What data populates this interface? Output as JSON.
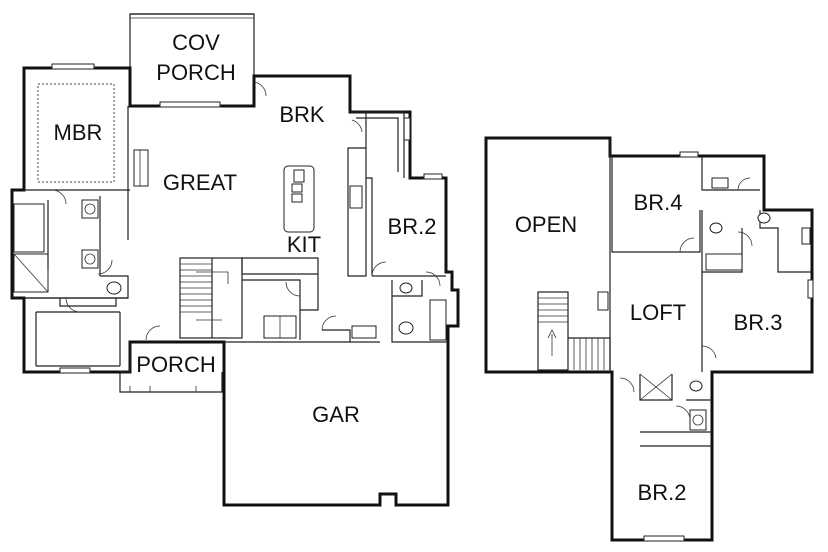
{
  "rooms": {
    "cov_porch_line1": "COV",
    "cov_porch_line2": "PORCH",
    "mbr": "MBR",
    "brk": "BRK",
    "great": "GREAT",
    "kit": "KIT",
    "br2_main": "BR.2",
    "porch": "PORCH",
    "gar": "GAR",
    "open": "OPEN",
    "br4": "BR.4",
    "loft": "LOFT",
    "br3": "BR.3",
    "br2_upper": "BR.2"
  }
}
